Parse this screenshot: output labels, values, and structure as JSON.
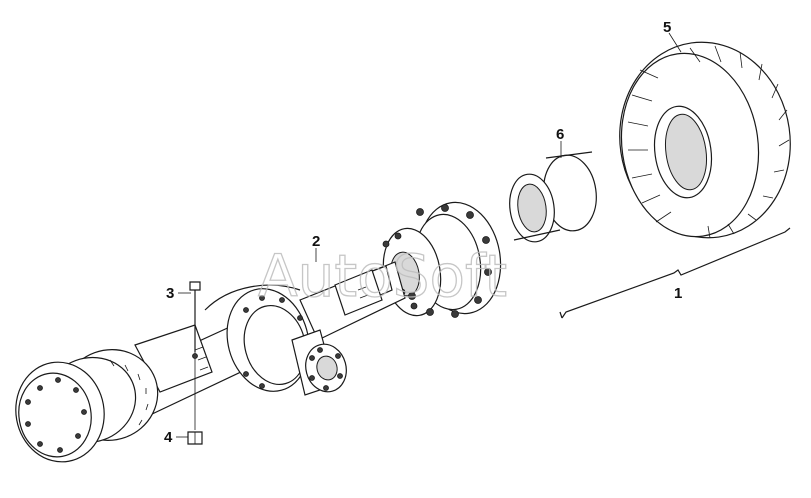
{
  "callouts": {
    "c1": "1",
    "c2": "2",
    "c3": "3",
    "c4": "4",
    "c5": "5",
    "c6": "6"
  },
  "watermark": "AutoSoft",
  "parts": {
    "assembly": "drive-axle-assembly",
    "axle": "axle-housing",
    "bolt": "bolt",
    "nut": "nut",
    "tire": "tire",
    "rim": "rim"
  }
}
